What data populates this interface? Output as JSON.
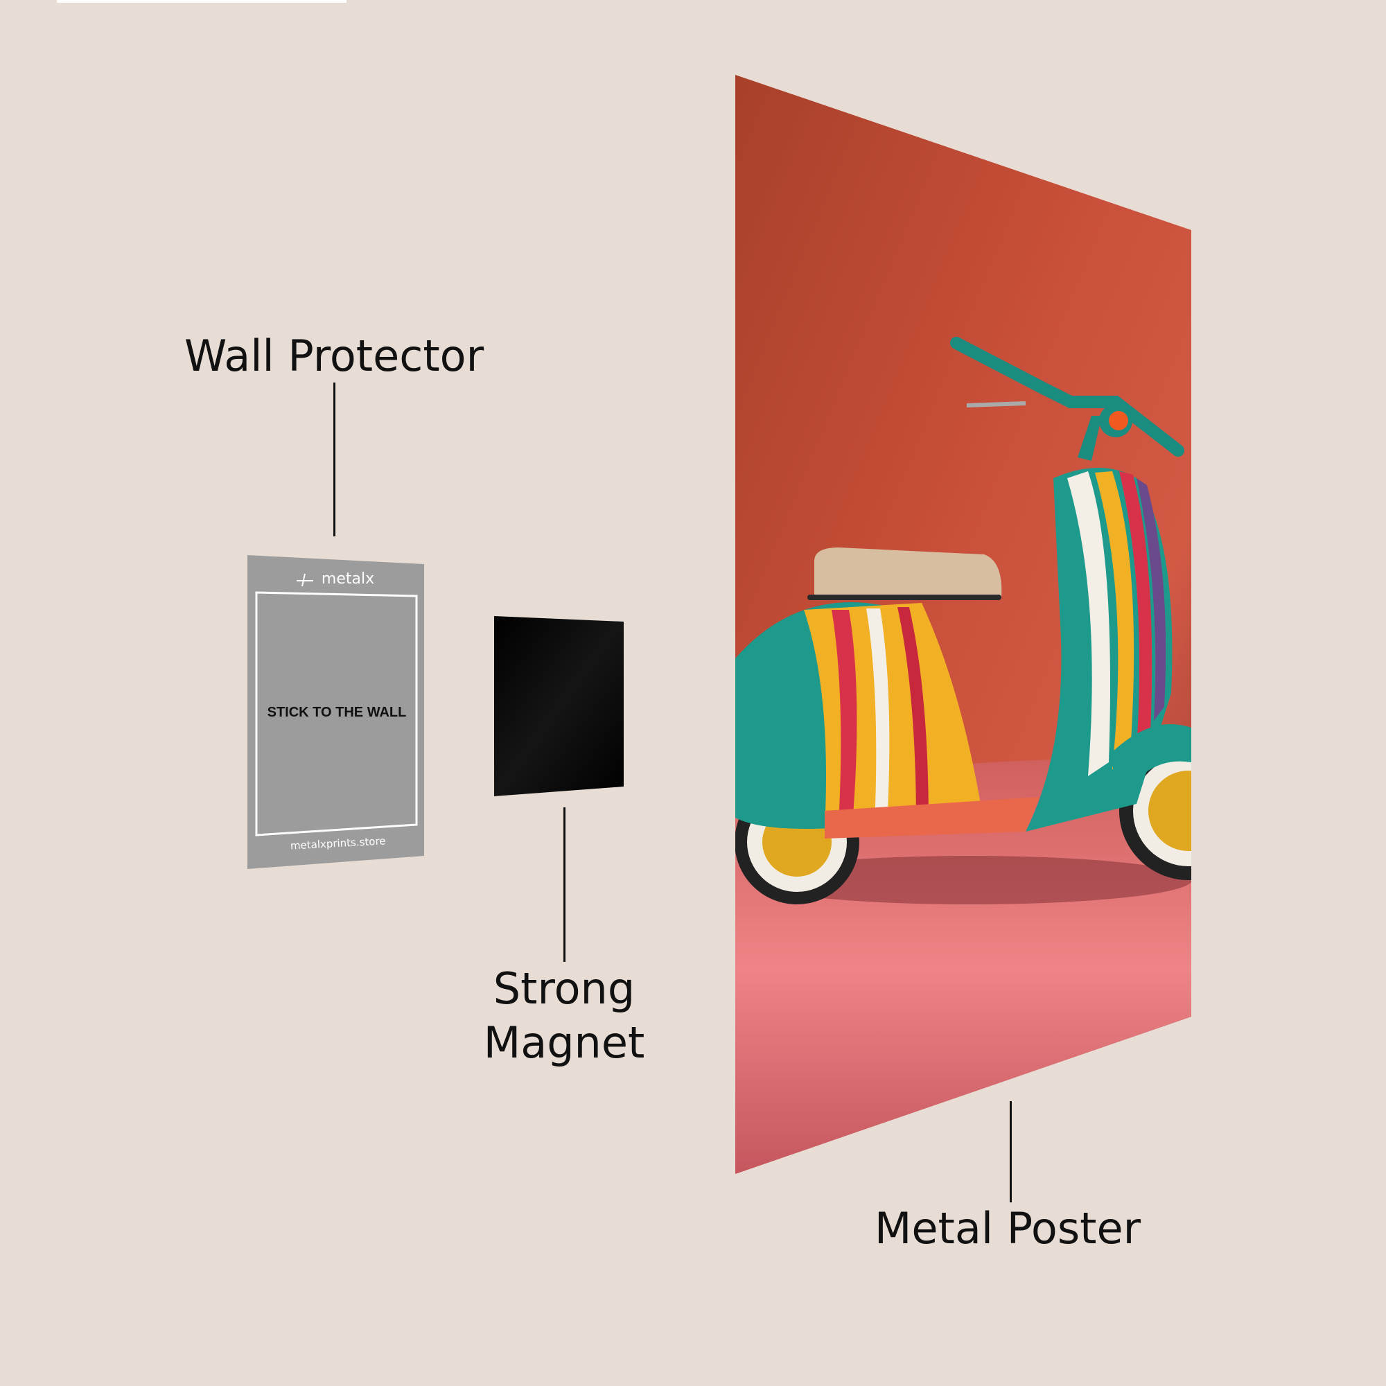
{
  "labels": {
    "wall_protector": "Wall Protector",
    "strong_magnet_line1": "Strong",
    "strong_magnet_line2": "Magnet",
    "metal_poster": "Metal Poster"
  },
  "wall_protector_card": {
    "brand": "metalx",
    "instruction": "STICK TO THE WALL",
    "website": "metalxprints.store"
  },
  "colors": {
    "background": "#e8ddd5",
    "protector_gray": "#9c9c9c",
    "magnet": "#000000",
    "poster_top": "#b3432a",
    "poster_floor": "#e97a7c"
  }
}
